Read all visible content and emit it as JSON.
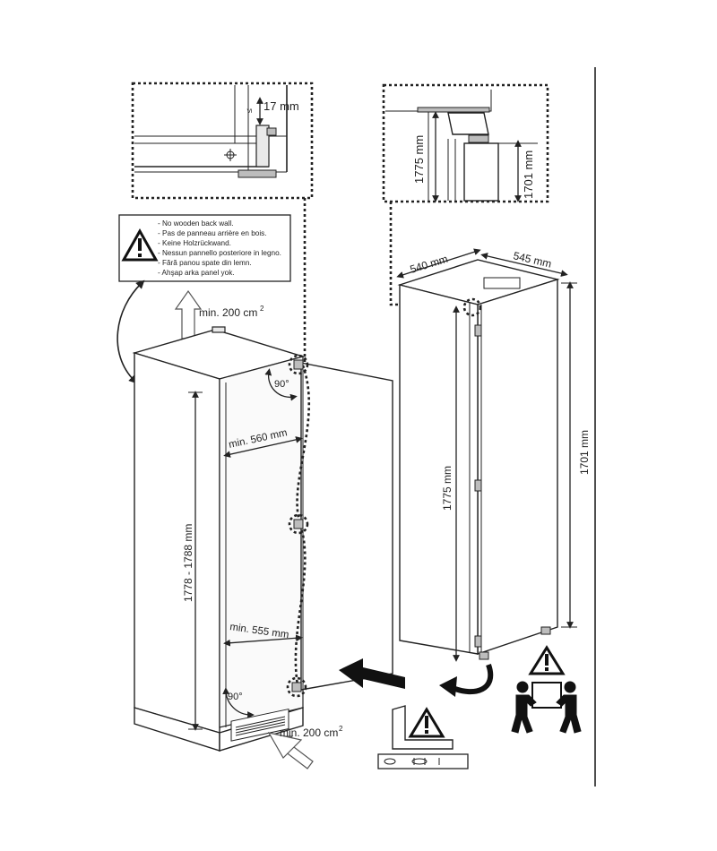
{
  "warning_box": {
    "lines": [
      "- No wooden back wall.",
      "- Pas de panneau arrière en bois.",
      "- Keine Holzrückwand.",
      "- Nessun pannello posteriore in legno.",
      "- Fără panou spate din lemn.",
      "- Ahşap arka panel yok."
    ],
    "icon": "warning-triangle-icon"
  },
  "detail_top_left": {
    "gap": "17 mm"
  },
  "detail_top_right": {
    "height_a": "1775 mm",
    "height_b": "1701 mm"
  },
  "niche": {
    "vent_top": "min. 200 cm",
    "vent_bottom": "min. 200 cm",
    "vent_sup": "2",
    "angle_top": "90°",
    "angle_bottom": "90°",
    "width_top": "min. 560 mm",
    "width_bottom": "min. 555 mm",
    "height": "1778 - 1788 mm"
  },
  "appliance": {
    "width": "540 mm",
    "depth": "545 mm",
    "height_left": "1775 mm",
    "height_right": "1701 mm"
  },
  "icons": {
    "carry": "two-person-carry-icon",
    "level": "spirit-level-icon",
    "move_arrow": "move-arrow-icon",
    "rotate_arrow": "rotate-arrow-icon"
  }
}
